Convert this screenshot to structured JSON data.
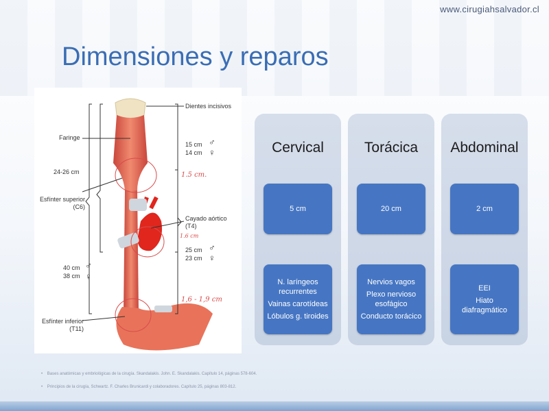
{
  "header": {
    "url": "www.cirugiahsalvador.cl",
    "title": "Dimensiones y reparos"
  },
  "figure": {
    "labels": {
      "dientes": "Dientes incisivos",
      "faringe": "Faringe",
      "range_2426": "24-26 cm",
      "esfinter_sup_1": "Esfínter superior",
      "esfinter_sup_2": "(C6)",
      "m15": "15 cm",
      "f14": "14 cm",
      "cayado_1": "Cayado aórtico",
      "cayado_2": "(T4)",
      "m25": "25 cm",
      "f23": "23 cm",
      "m40": "40 cm",
      "f38": "38 cm",
      "esfinter_inf_1": "Esfínter inferior",
      "esfinter_inf_2": "(T11)"
    },
    "handwritten": {
      "h1": "1.5 cm.",
      "h2": "1.6 cm",
      "h3": "1,6 - 1,9 cm"
    },
    "symbols": {
      "male": "♂",
      "female": "♀"
    }
  },
  "columns": [
    {
      "title": "Cervical",
      "length": "5 cm",
      "items": [
        "N. laríngeos recurrentes",
        "Vainas carotídeas",
        "Lóbulos g. tiroides"
      ]
    },
    {
      "title": "Torácica",
      "length": "20 cm",
      "items": [
        "Nervios vagos",
        "Plexo nervioso esofágico",
        "Conducto torácico"
      ]
    },
    {
      "title": "Abdominal",
      "length": "2 cm",
      "items": [
        "EEI",
        "Hiato diafragmático"
      ]
    }
  ],
  "references": [
    "Bases anatómicas y embriológicas de la cirugía. Skandalakis. John. E. Skandalakis. Capítulo 14, páginas 578-604.",
    "Principios de la cirugía, Schwartz. F. Charles Brunicardi y colaboradores. Capítulo 25, páginas 803-812."
  ]
}
